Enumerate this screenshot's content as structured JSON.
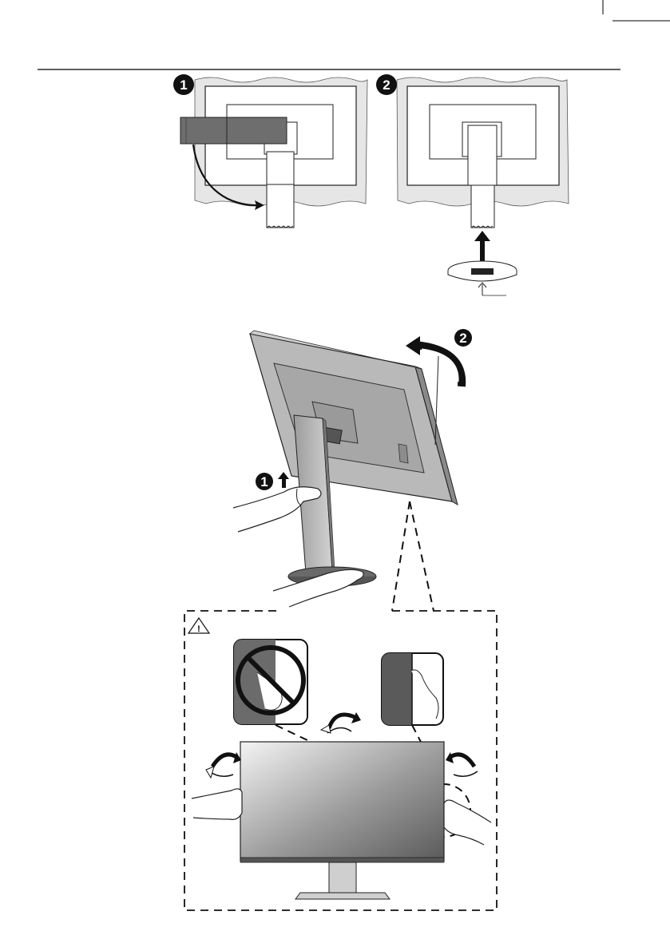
{
  "steps": {
    "panel1": "1",
    "panel2": "2",
    "rotate_lift": "1",
    "rotate_turn": "2"
  },
  "warning": {
    "symbol": "!",
    "icon": "warning-triangle-icon"
  },
  "icons": {
    "prohibited": "prohibition-sign-icon",
    "correct": "correct-grip-icon",
    "rotate": "rotate-arrow-icon"
  },
  "colors": {
    "line": "#000000",
    "stand_dark": "#6b6b6b",
    "panel_grey": "#c8c8c8",
    "background_sheet": "#e6e6e6"
  }
}
